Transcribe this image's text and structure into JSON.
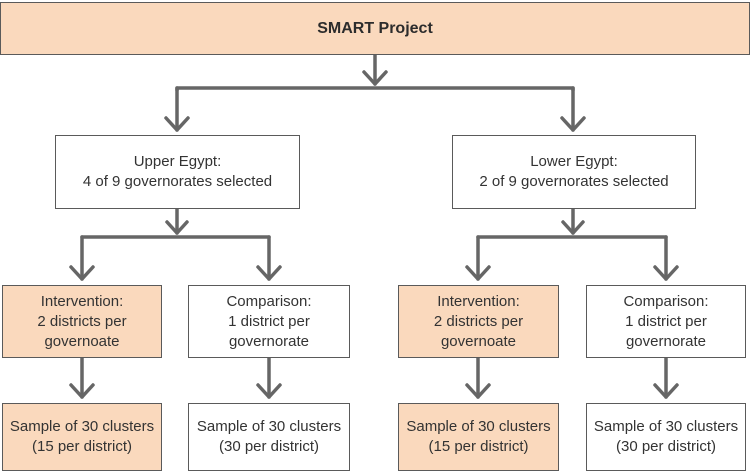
{
  "diagram": {
    "root": {
      "label": "SMART Project"
    },
    "regions": [
      {
        "label": "Upper Egypt:\n4 of 9 governorates selected",
        "groups": [
          {
            "label": "Intervention:\n2 districts per\ngovernoate",
            "sample": "Sample of 30 clusters\n(15 per district)"
          },
          {
            "label": "Comparison:\n1 district per\ngovernorate",
            "sample": "Sample of 30 clusters\n(30 per district)"
          }
        ]
      },
      {
        "label": "Lower Egypt:\n2 of 9 governorates selected",
        "groups": [
          {
            "label": "Intervention:\n2 districts per\ngovernoate",
            "sample": "Sample of 30 clusters\n(15 per district)"
          },
          {
            "label": "Comparison:\n1 district per\ngovernorate",
            "sample": "Sample of 30 clusters\n(30 per district)"
          }
        ]
      }
    ],
    "colors": {
      "highlight_fill": "#fad9bd",
      "plain_fill": "#ffffff",
      "border": "#5a5a5a",
      "connector": "#666666",
      "text": "#333333"
    }
  }
}
